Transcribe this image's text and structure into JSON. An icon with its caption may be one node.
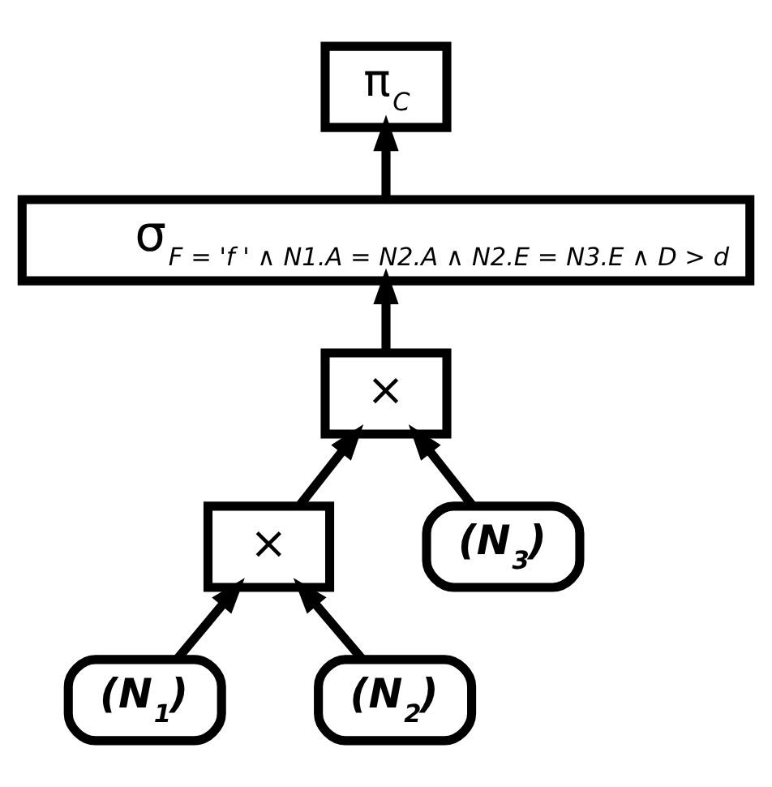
{
  "diagram": {
    "nodes": [
      {
        "text": [
          "π$_{C}$"
        ]
      },
      {
        "text": [
          "σ$_{F = 'f ' ∧ N1.A = N2.A ∧ N2.E = N3.E ∧ D > d}$"
        ]
      },
      {
        "text": [
          "×"
        ]
      },
      {
        "text": [
          "×"
        ]
      },
      {
        "text": [
          "(N$_{3}$)"
        ]
      },
      {
        "text": [
          "(N$_{1}$)"
        ]
      },
      {
        "text": [
          "(N$_{2}$)"
        ]
      }
    ],
    "edges": [
      {
        "from": 1,
        "to": 0,
        "arrow": "to"
      },
      {
        "from": 2,
        "to": 1,
        "arrow": "to"
      },
      {
        "from": 3,
        "to": 2,
        "arrow": "to"
      },
      {
        "from": 4,
        "to": 2,
        "arrow": "to"
      },
      {
        "from": 5,
        "to": 3,
        "arrow": "to"
      },
      {
        "from": 6,
        "to": 3,
        "arrow": "to"
      }
    ]
  }
}
